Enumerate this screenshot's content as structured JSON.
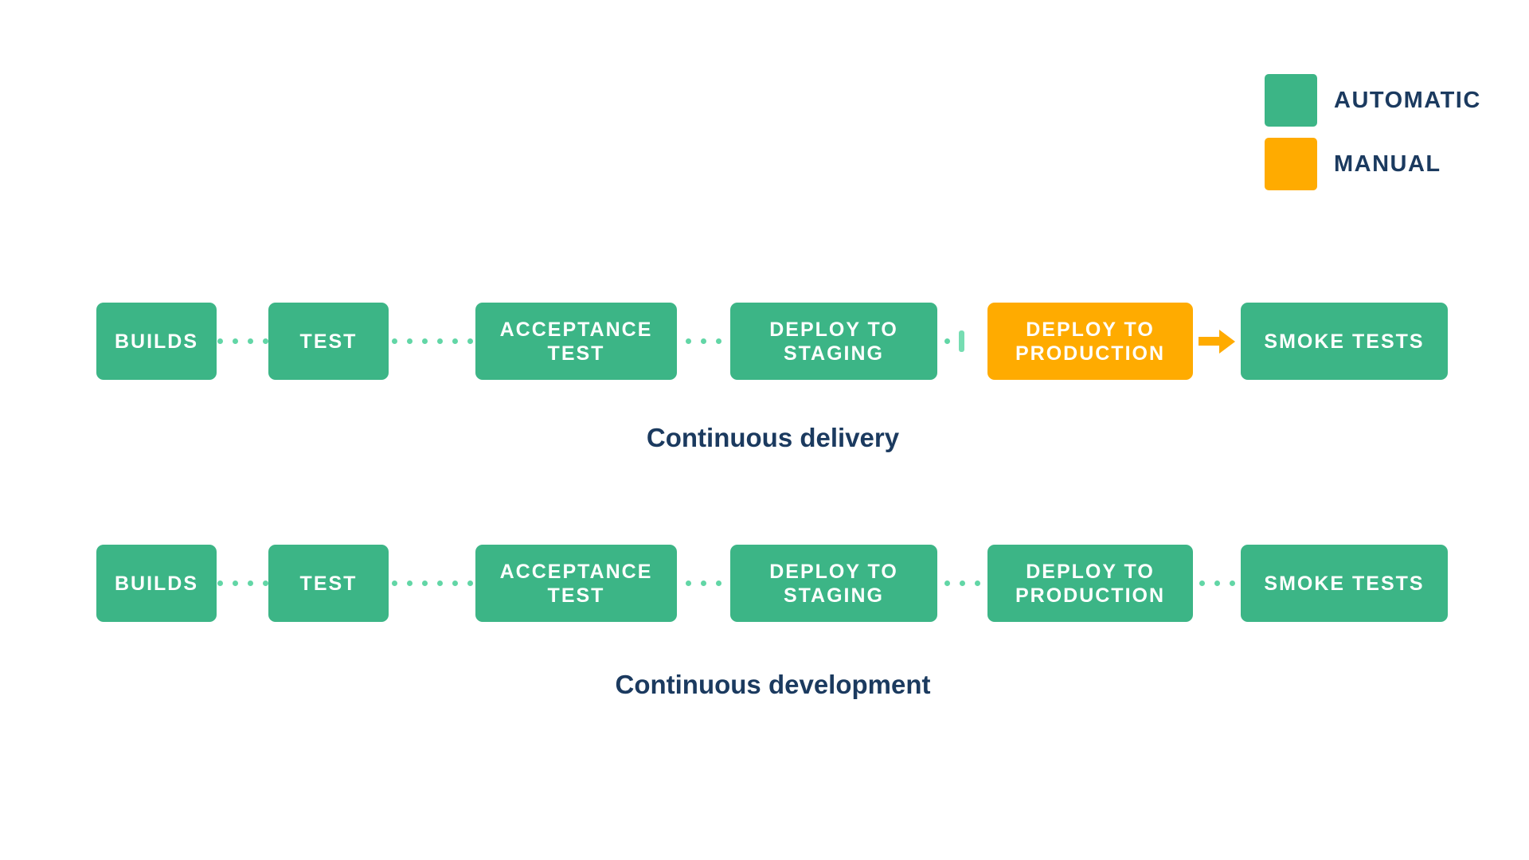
{
  "colors": {
    "background": "#FFFFFF",
    "automatic": "#3CB586",
    "manual": "#FFAB00",
    "dot": "#62D6A6",
    "gate_bar": "#76DDB2",
    "arrow": "#FFAB00",
    "text_navy": "#1B3A5F",
    "step_text": "#FFFFFF"
  },
  "legend": {
    "items": [
      {
        "label": "AUTOMATIC",
        "mode": "automatic"
      },
      {
        "label": "MANUAL",
        "mode": "manual"
      }
    ]
  },
  "rows": [
    {
      "caption": "Continuous delivery",
      "steps": [
        {
          "lines": [
            "BUILDS"
          ],
          "mode": "automatic"
        },
        {
          "lines": [
            "TEST"
          ],
          "mode": "automatic"
        },
        {
          "lines": [
            "ACCEPTANCE",
            "TEST"
          ],
          "mode": "automatic"
        },
        {
          "lines": [
            "DEPLOY TO",
            "STAGING"
          ],
          "mode": "automatic"
        },
        {
          "lines": [
            "DEPLOY TO",
            "PRODUCTION"
          ],
          "mode": "manual"
        },
        {
          "lines": [
            "SMOKE TESTS"
          ],
          "mode": "automatic"
        }
      ],
      "connectors": [
        {
          "type": "dots",
          "count": 4
        },
        {
          "type": "dots",
          "count": 6
        },
        {
          "type": "dots",
          "count": 3
        },
        {
          "type": "gate"
        },
        {
          "type": "arrow"
        }
      ]
    },
    {
      "caption": "Continuous development",
      "steps": [
        {
          "lines": [
            "BUILDS"
          ],
          "mode": "automatic"
        },
        {
          "lines": [
            "TEST"
          ],
          "mode": "automatic"
        },
        {
          "lines": [
            "ACCEPTANCE",
            "TEST"
          ],
          "mode": "automatic"
        },
        {
          "lines": [
            "DEPLOY TO",
            "STAGING"
          ],
          "mode": "automatic"
        },
        {
          "lines": [
            "DEPLOY TO",
            "PRODUCTION"
          ],
          "mode": "automatic"
        },
        {
          "lines": [
            "SMOKE TESTS"
          ],
          "mode": "automatic"
        }
      ],
      "connectors": [
        {
          "type": "dots",
          "count": 4
        },
        {
          "type": "dots",
          "count": 6
        },
        {
          "type": "dots",
          "count": 3
        },
        {
          "type": "dots",
          "count": 3
        },
        {
          "type": "dots",
          "count": 3
        }
      ]
    }
  ]
}
